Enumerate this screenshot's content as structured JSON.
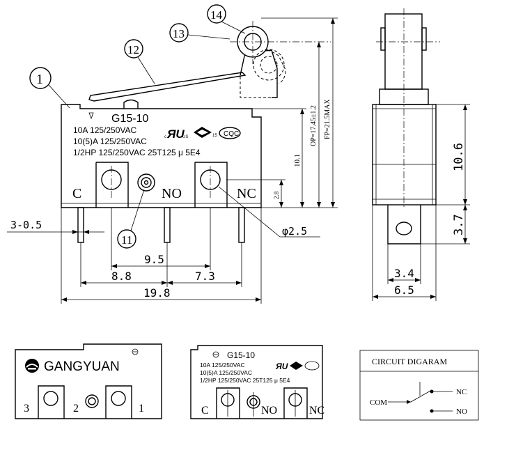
{
  "main_drawing": {
    "model": "G15-10",
    "rating_1": "10A 125/250VAC",
    "rating_2": "10(5)A 125/250VAC",
    "rating_3": "1/2HP 125/250VAC 25T125 μ 5E4",
    "terminal_c": "C",
    "terminal_no": "NO",
    "terminal_nc": "NC",
    "callout_1": "1",
    "callout_11": "11",
    "callout_12": "12",
    "callout_13": "13",
    "callout_14": "14",
    "dim_thickness": "3-0.5",
    "dim_hole": "φ2.5",
    "dim_9_5": "9.5",
    "dim_8_8": "8.8",
    "dim_7_3": "7.3",
    "dim_19_8": "19.8",
    "dim_2_8": "2.8",
    "dim_10_1": "10.1",
    "dim_op": "OP=17.45±1.2",
    "dim_fp": "FP=21.5MAX",
    "cert_cqc": "CQC",
    "cert_15": "15",
    "cert_us": "US",
    "cert_c": "c"
  },
  "side_view": {
    "dim_10_6": "10.6",
    "dim_3_7": "3.7",
    "dim_3_4": "3.4",
    "dim_6_5": "6.5"
  },
  "back_view": {
    "brand": "GANGYUAN",
    "pin_3": "3",
    "pin_2": "2",
    "pin_1": "1"
  },
  "front_small": {
    "model": "G15-10",
    "rating_1": "10A 125/250VAC",
    "rating_2": "10(5)A 125/250VAC",
    "rating_3": "1/2HP 125/250VAC 25T125 μ 5E4",
    "terminal_c": "C",
    "terminal_no": "NO",
    "terminal_nc": "NC"
  },
  "circuit": {
    "title": "CIRCUIT DIGARAM",
    "com": "COM",
    "nc": "NC",
    "no": "NO"
  }
}
